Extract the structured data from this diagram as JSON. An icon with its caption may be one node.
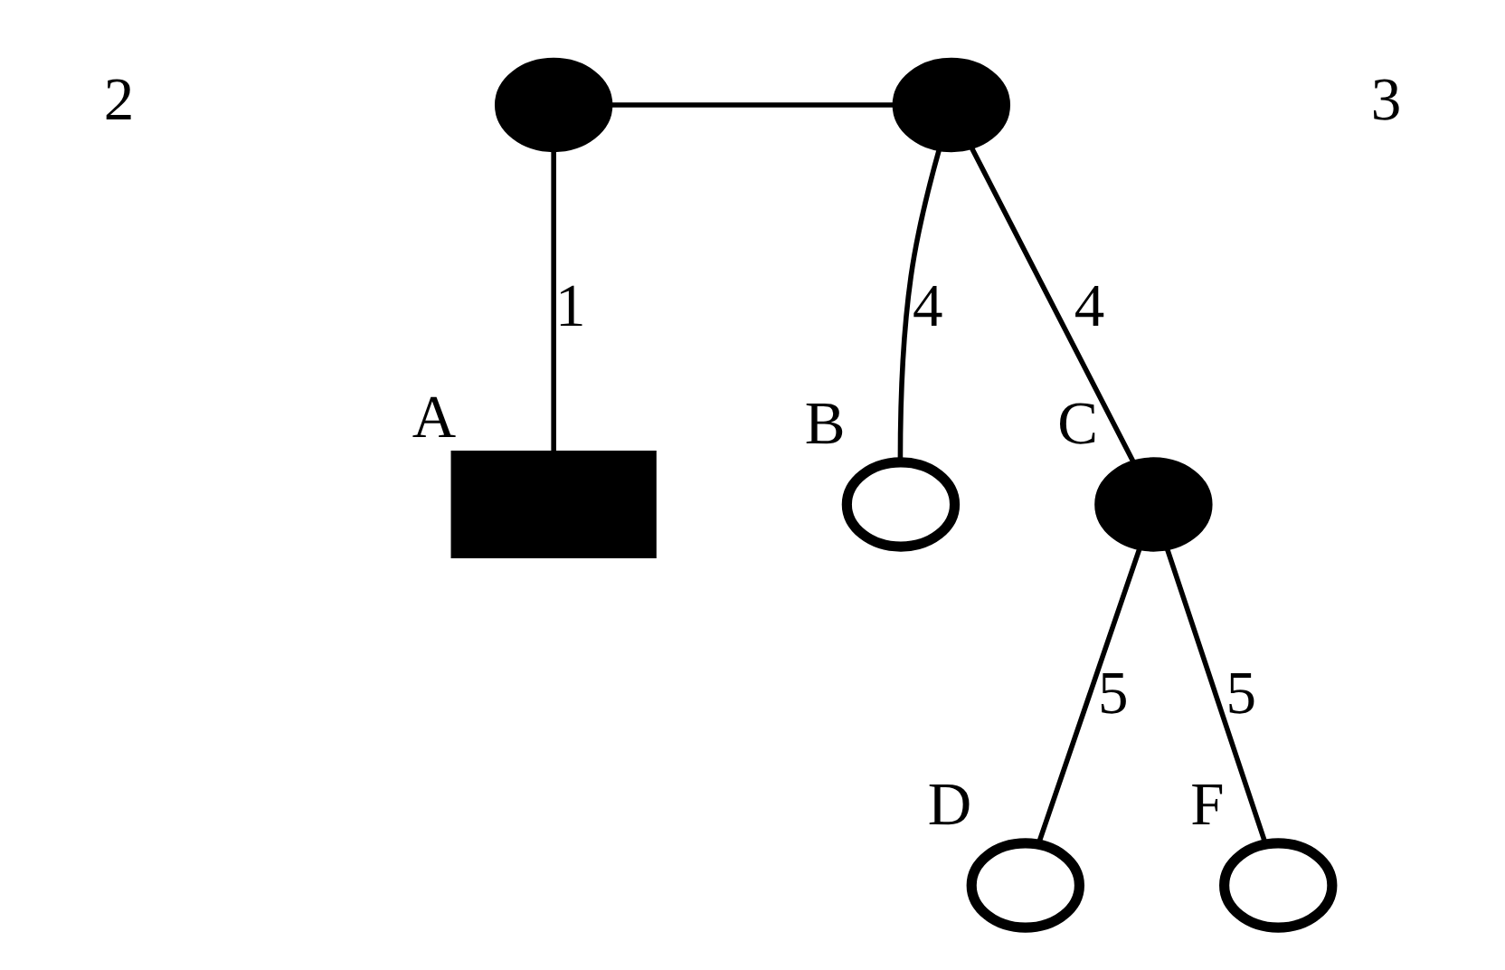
{
  "diagram": {
    "nodes": [
      {
        "text": [],
        "shape": "circle"
      },
      {
        "text": [],
        "shape": "circle"
      },
      {
        "text": [],
        "shape": "box",
        "beside": [
          "A"
        ]
      },
      {
        "text": [],
        "shape": "circle",
        "beside": [
          "B"
        ]
      },
      {
        "text": [],
        "shape": "circle",
        "beside": [
          "C"
        ]
      },
      {
        "text": [],
        "shape": "circle",
        "beside": [
          "D"
        ]
      },
      {
        "text": [],
        "shape": "circle",
        "beside": [
          "F"
        ]
      }
    ],
    "edges": [
      {
        "from": 0,
        "to": 1,
        "arrow": "none"
      },
      {
        "from": 0,
        "to": 2,
        "arrow": "none",
        "label": "1"
      },
      {
        "from": 1,
        "to": 3,
        "arrow": "none",
        "label": "4"
      },
      {
        "from": 1,
        "to": 4,
        "arrow": "none",
        "label": "4"
      },
      {
        "from": 4,
        "to": 5,
        "arrow": "none",
        "label": "5"
      },
      {
        "from": 4,
        "to": 6,
        "arrow": "none",
        "label": "5"
      }
    ],
    "labels": [
      "2",
      "3"
    ]
  }
}
